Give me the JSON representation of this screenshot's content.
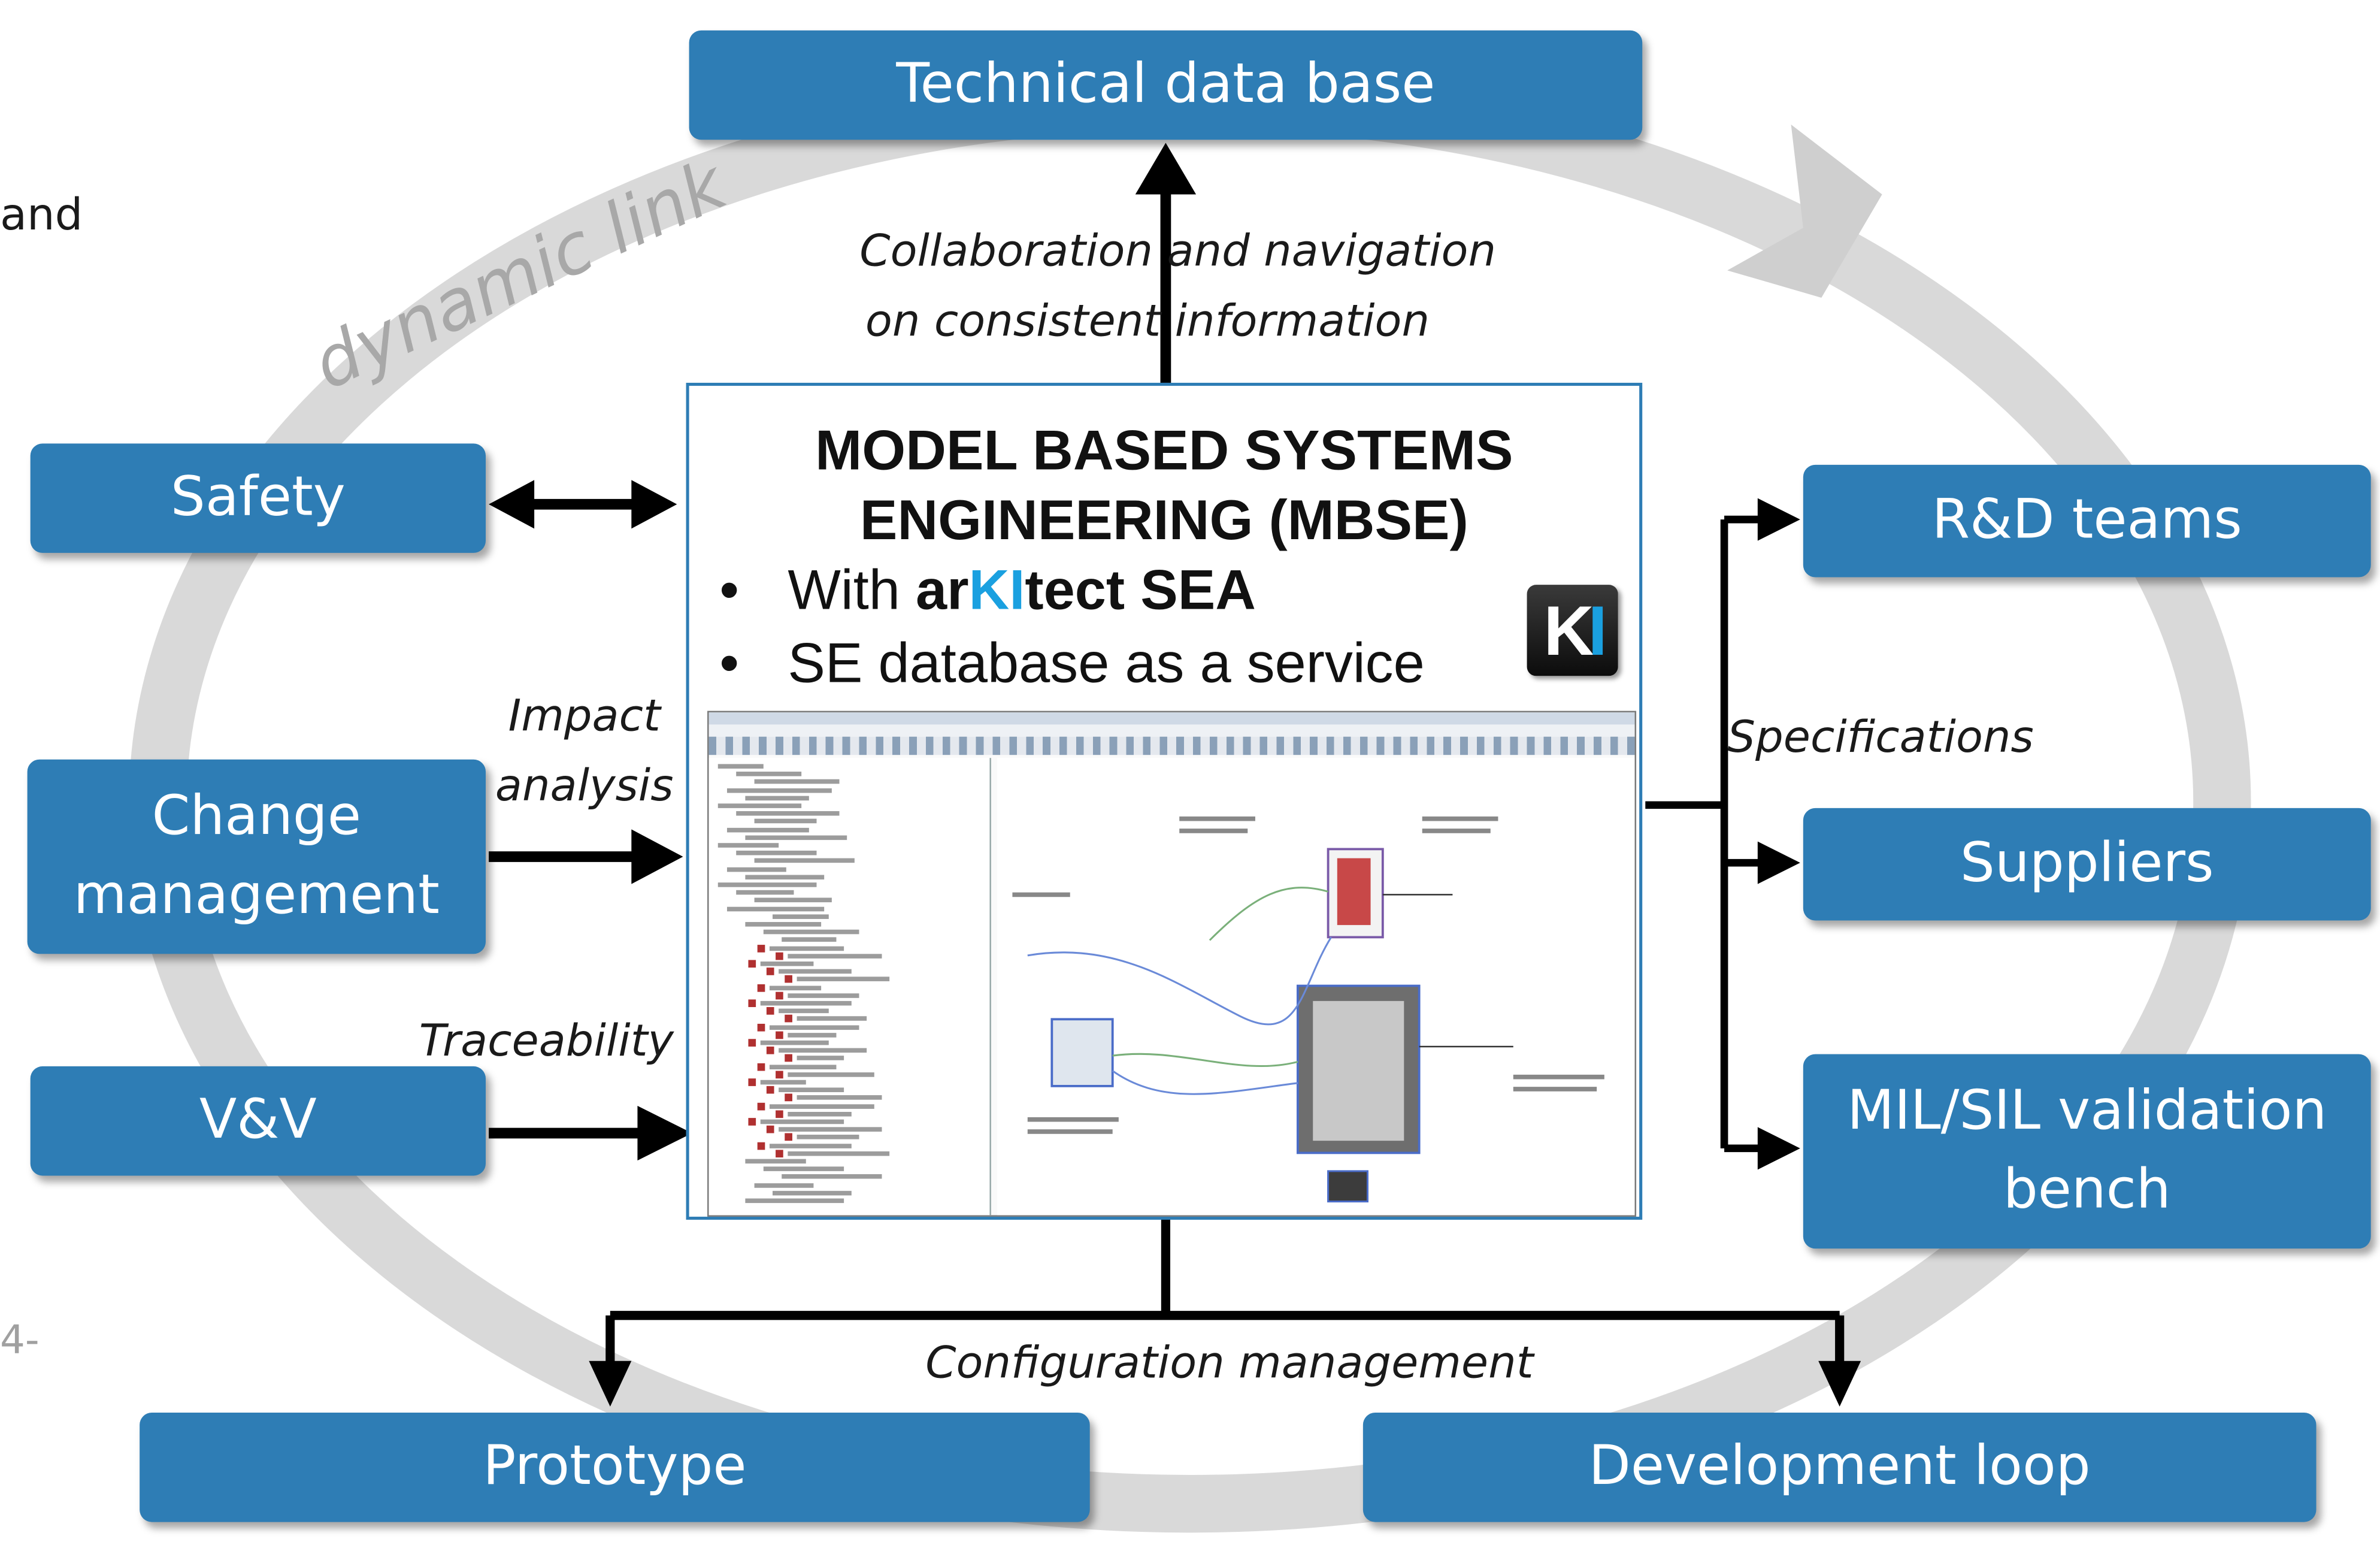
{
  "nodes": {
    "technical_db": "Technical data base",
    "safety": "Safety",
    "change_management_line1": "Change",
    "change_management_line2": "management",
    "vv": "V&V",
    "rd_teams": "R&D teams",
    "suppliers": "Suppliers",
    "mil_sil_line1": "MIL/SIL validation",
    "mil_sil_line2": "bench",
    "prototype": "Prototype",
    "development_loop": "Development loop"
  },
  "edge_labels": {
    "collab_line1": "Collaboration  and navigation",
    "collab_line2": "on consistent information",
    "impact_line1": "Impact",
    "impact_line2": "analysis",
    "traceability": "Traceability",
    "specifications": "Specifications",
    "configuration": "Configuration management"
  },
  "watermark": "dynamic link",
  "center": {
    "title_line1": "MODEL BASED SYSTEMS",
    "title_line2": "ENGINEERING (MBSE)",
    "bullet1_prefix": "With ",
    "brand_ar": "ar",
    "brand_ki": "KI",
    "brand_tect": "tect SEA",
    "bullet2": "SE database as a service",
    "logo_k": "K",
    "logo_i": "I"
  },
  "fragments": {
    "left_and": "and",
    "left_4": "4-"
  },
  "colors": {
    "box_fill": "#2e7db5",
    "ring": "#d9d9d9",
    "accent_blue": "#1aa0e0"
  }
}
